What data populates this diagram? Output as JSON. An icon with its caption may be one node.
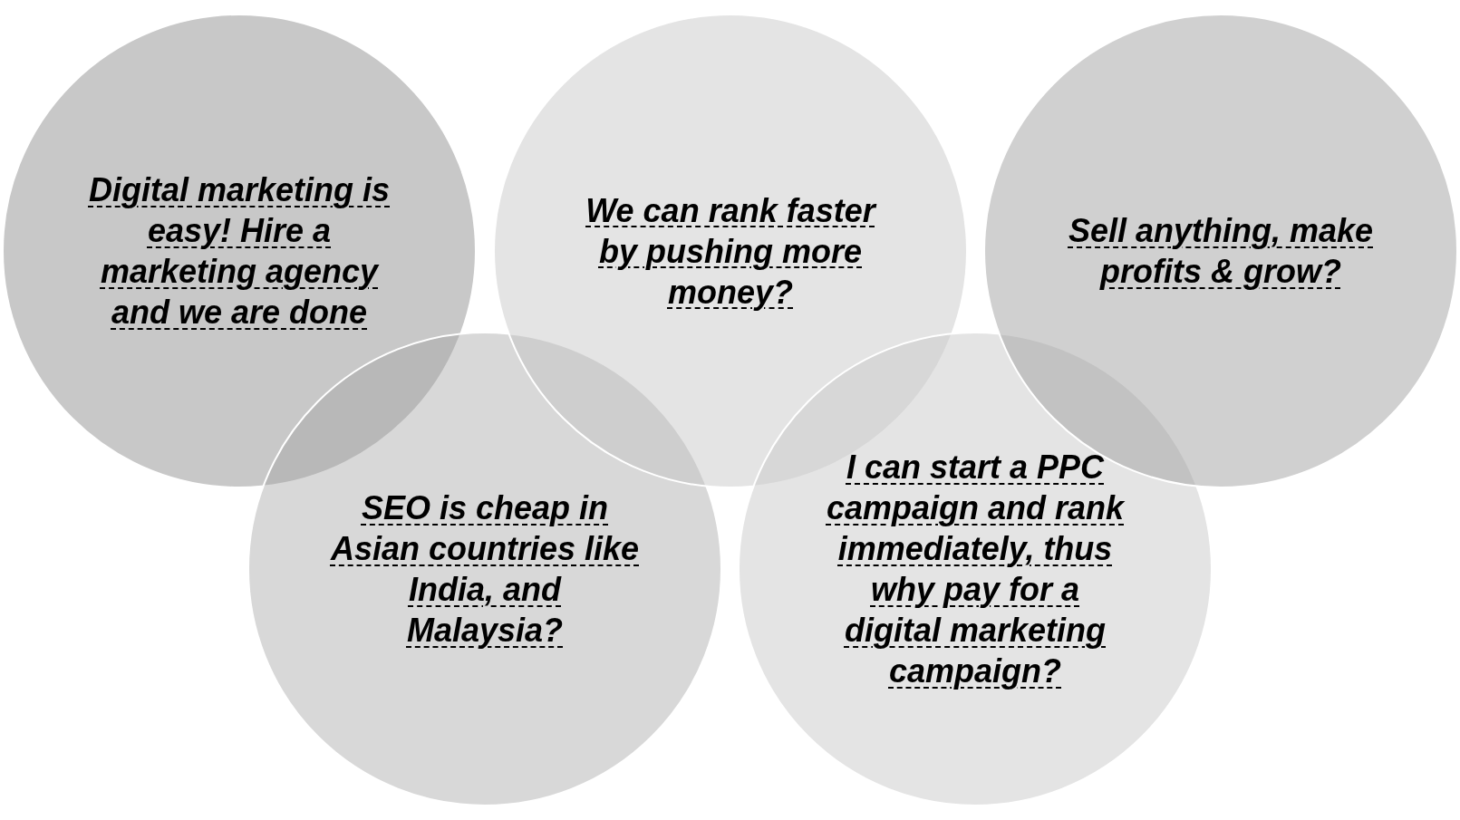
{
  "diagram": {
    "nodes": [
      {
        "text": [
          "Digital marketing is easy! Hire a marketing agency and we are done"
        ]
      },
      {
        "text": [
          "We can rank faster by pushing more money?"
        ]
      },
      {
        "text": [
          "Sell anything, make profits & grow?"
        ]
      },
      {
        "text": [
          "SEO is cheap in Asian countries like India, and Malaysia?"
        ]
      },
      {
        "text": [
          "I can start a PPC campaign and rank immediately, thus why pay for a digital marketing campaign?"
        ]
      }
    ]
  }
}
